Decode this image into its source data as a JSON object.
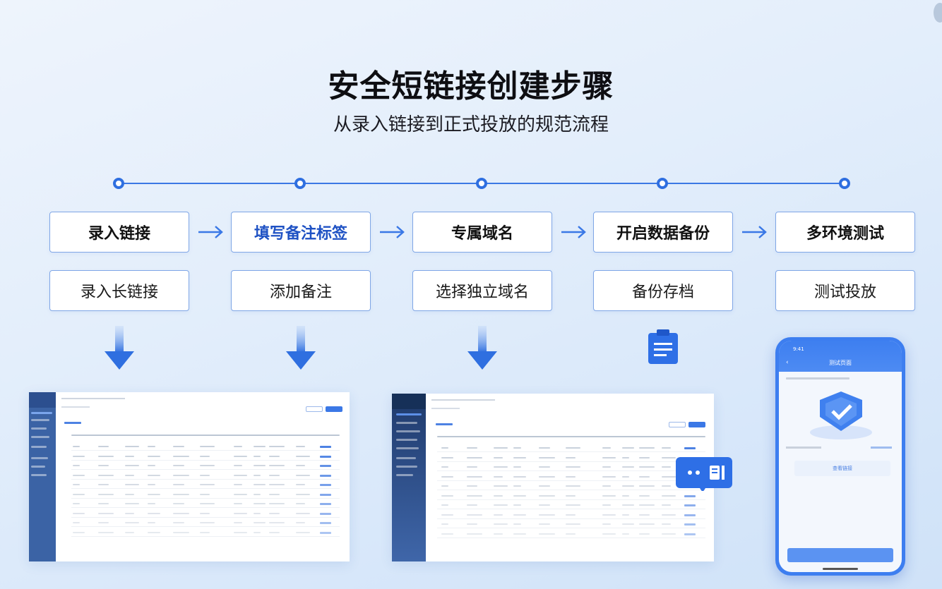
{
  "header": {
    "title": "安全短链接创建步骤",
    "subtitle": "从录入链接到正式投放的规范流程"
  },
  "steps": [
    {
      "label": "录入链接",
      "detail": "录入长链接",
      "active": false
    },
    {
      "label": "填写备注标签",
      "detail": "添加备注",
      "active": true
    },
    {
      "label": "专属域名",
      "detail": "选择独立域名",
      "active": false
    },
    {
      "label": "开启数据备份",
      "detail": "备份存档",
      "active": false
    },
    {
      "label": "多环境测试",
      "detail": "测试投放",
      "active": false
    }
  ],
  "icons": {
    "arrow_right": "arrow-right-icon",
    "arrow_down": "arrow-down-icon",
    "document": "document-icon",
    "chat": "chat-bubble-icon",
    "shield": "shield-check-icon"
  },
  "phone": {
    "time": "9:41",
    "title": "测试页面",
    "button": "查看链接"
  },
  "colors": {
    "accent": "#2f6fe0",
    "step_active_text": "#1f52c4",
    "box_border": "#7fa6e6",
    "sidebar": "#2a4d86"
  }
}
